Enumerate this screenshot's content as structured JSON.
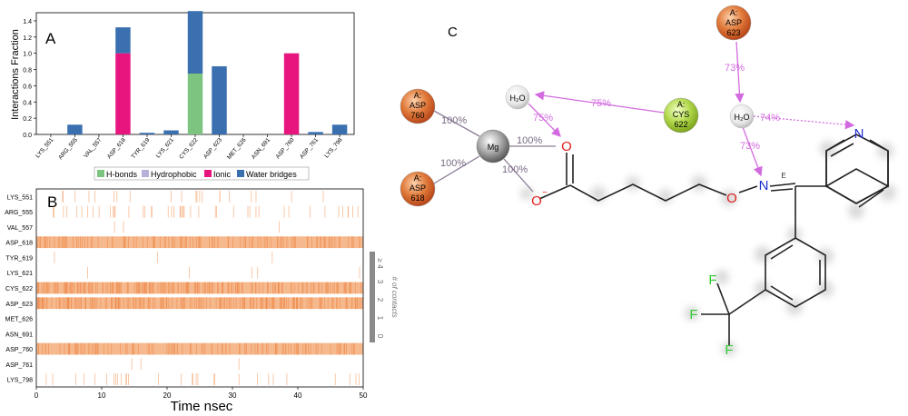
{
  "panels": {
    "a": "A",
    "b": "B",
    "c": "C"
  },
  "chart_data": [
    {
      "type": "bar",
      "panel": "A",
      "stacked": true,
      "ylabel": "Interactions Fraction",
      "ylim": [
        0,
        1.5
      ],
      "yticks": [
        "0.0",
        "0.2",
        "0.4",
        "0.6",
        "0.8",
        "1.0",
        "1.2",
        "1.4"
      ],
      "categories": [
        "LYS_551",
        "ARG_555",
        "VAL_557",
        "ASP_618",
        "TYR_619",
        "LYS_621",
        "CYS_622",
        "ASP_623",
        "MET_626",
        "ASN_691",
        "ASP_760",
        "ASP_761",
        "LYS_798"
      ],
      "series": [
        {
          "name": "H-bonds",
          "color": "#7cc47f",
          "values": [
            0,
            0,
            0,
            0,
            0,
            0,
            0.75,
            0,
            0,
            0,
            0,
            0,
            0
          ]
        },
        {
          "name": "Hydrophobic",
          "color": "#b8b0d8",
          "values": [
            0,
            0,
            0,
            0,
            0,
            0,
            0,
            0,
            0,
            0,
            0,
            0,
            0
          ]
        },
        {
          "name": "Ionic",
          "color": "#e8157f",
          "values": [
            0,
            0,
            0,
            1.0,
            0,
            0,
            0,
            0,
            0,
            0,
            1.0,
            0,
            0
          ]
        },
        {
          "name": "Water bridges",
          "color": "#3a6fb0",
          "values": [
            0,
            0.12,
            0,
            0.32,
            0.02,
            0.05,
            0.77,
            0.84,
            0,
            0,
            0,
            0.03,
            0.12
          ]
        }
      ],
      "legend": [
        "H-bonds",
        "Hydrophobic",
        "Ionic",
        "Water bridges"
      ],
      "legend_position": "bottom"
    },
    {
      "type": "heatmap",
      "panel": "B",
      "xlabel": "Time nsec",
      "xlim": [
        0,
        50
      ],
      "xticks": [
        "0",
        "10",
        "20",
        "30",
        "40",
        "50"
      ],
      "rows": [
        "LYS_551",
        "ARG_555",
        "VAL_557",
        "ASP_618",
        "TYR_619",
        "LYS_621",
        "CYS_622",
        "ASP_623",
        "MET_626",
        "ASN_691",
        "ASP_760",
        "ASP_761",
        "LYS_798"
      ],
      "occupancy": [
        0.08,
        0.18,
        0.01,
        1.0,
        0.01,
        0.02,
        0.96,
        0.93,
        0.0,
        0.0,
        1.0,
        0.01,
        0.12
      ],
      "colorbar_label": "# of contacts",
      "colorbar_ticks": [
        "0",
        "1",
        "2",
        "3",
        "≥ 4"
      ]
    }
  ],
  "diagram": {
    "residues": [
      {
        "id": "asp623",
        "label1": "A:",
        "label2": "ASP",
        "label3": "623",
        "color": "#c9531a"
      },
      {
        "id": "asp760",
        "label1": "A:",
        "label2": "ASP",
        "label3": "760",
        "color": "#c9531a"
      },
      {
        "id": "asp618",
        "label1": "A:",
        "label2": "ASP",
        "label3": "618",
        "color": "#c9531a"
      },
      {
        "id": "cys622",
        "label1": "A:",
        "label2": "CYS",
        "label3": "622",
        "color": "#8fbf2a"
      }
    ],
    "ion": "Mg",
    "water_label": "H₂O",
    "percents": {
      "asp623_water": "73%",
      "cys622_water1": "75%",
      "water1_o": "75%",
      "water2_n": "74%",
      "water2_imine": "73%",
      "asp760_mg": "100%",
      "asp618_mg": "100%",
      "mg_o1": "100%",
      "mg_o2": "100%"
    },
    "atoms": {
      "o": "O",
      "o_minus": "O",
      "minus": "−",
      "n": "N",
      "f": "F",
      "e": "E"
    }
  }
}
